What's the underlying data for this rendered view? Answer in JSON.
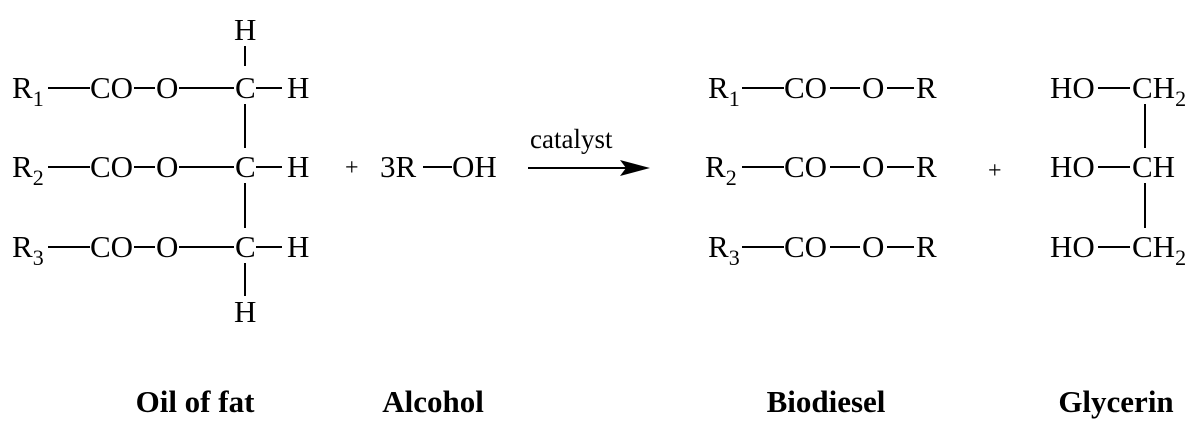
{
  "reaction": {
    "oil": {
      "rows": [
        {
          "r": "R",
          "sub": "1",
          "co": "CO",
          "o": "O",
          "c": "C",
          "h": "H"
        },
        {
          "r": "R",
          "sub": "2",
          "co": "CO",
          "o": "O",
          "c": "C",
          "h": "H"
        },
        {
          "r": "R",
          "sub": "3",
          "co": "CO",
          "o": "O",
          "c": "C",
          "h": "H"
        }
      ],
      "top_h": "H",
      "bottom_h": "H",
      "label": "Oil of fat"
    },
    "plus_1": "+",
    "alcohol": {
      "formula_pre": "3R",
      "formula_post": "OH",
      "label": "Alcohol"
    },
    "arrow": {
      "catalyst": "catalyst"
    },
    "biodiesel": {
      "rows": [
        {
          "r": "R",
          "sub": "1",
          "co": "CO",
          "o": "O",
          "end": "R"
        },
        {
          "r": "R",
          "sub": "2",
          "co": "CO",
          "o": "O",
          "end": "R"
        },
        {
          "r": "R",
          "sub": "3",
          "co": "CO",
          "o": "O",
          "end": "R"
        }
      ],
      "label": "Biodiesel"
    },
    "plus_2": "+",
    "glycerin": {
      "rows": [
        {
          "ho": "HO",
          "c": "CH",
          "sub": "2"
        },
        {
          "ho": "HO",
          "c": "CH",
          "sub": ""
        },
        {
          "ho": "HO",
          "c": "CH",
          "sub": "2"
        }
      ],
      "label": "Glycerin"
    }
  }
}
